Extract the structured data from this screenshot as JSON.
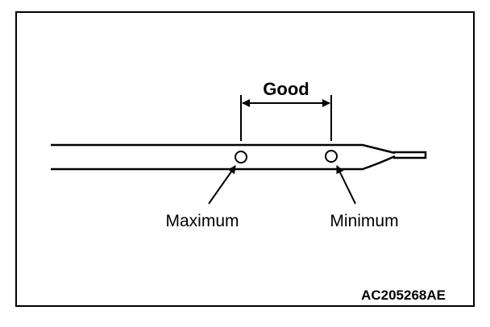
{
  "diagram": {
    "range_label": "Good",
    "max_label": "Maximum",
    "min_label": "Minimum",
    "figure_code": "AC205268AE"
  },
  "colors": {
    "ink": "#000000",
    "background": "#ffffff"
  }
}
